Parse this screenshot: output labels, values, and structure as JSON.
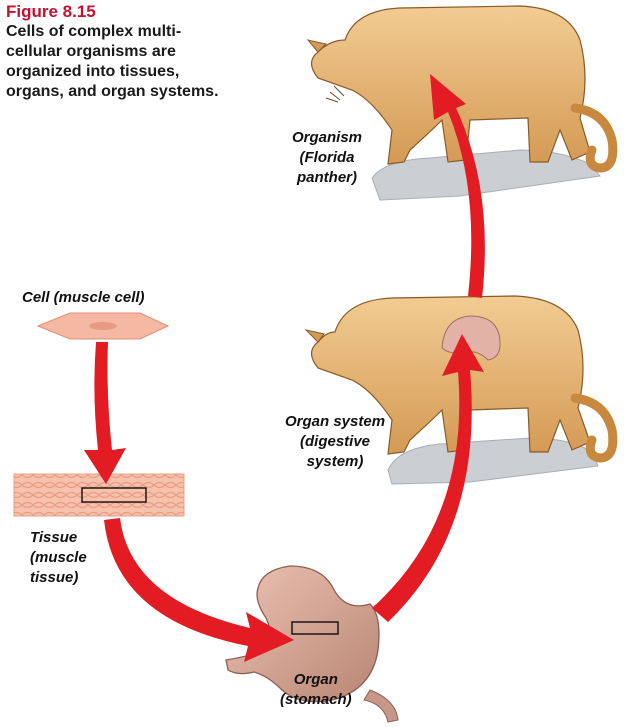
{
  "figure": {
    "title": "Figure 8.15",
    "caption": "Cells of complex multi-cellular organisms are organized into tissues, organs, and organ systems."
  },
  "labels": {
    "cell": "Cell (muscle cell)",
    "tissue": [
      "Tissue",
      "(muscle",
      "tissue)"
    ],
    "organ": [
      "Organ",
      "(stomach)"
    ],
    "organ_system": [
      "Organ system",
      "(digestive",
      "system)"
    ],
    "organism": [
      "Organism",
      "(Florida",
      "panther)"
    ]
  },
  "colors": {
    "title": "#c8102e",
    "arrow": "#e31b23",
    "panther": "#e8b877",
    "rock": "#c9cdd1",
    "stomach": "#cf9d8c",
    "muscle": "#f3b5a0"
  }
}
